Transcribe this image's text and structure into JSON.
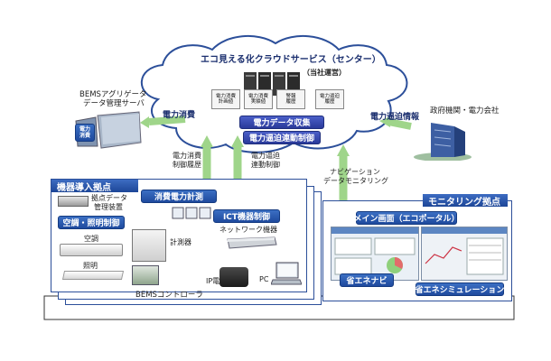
{
  "cloud": {
    "title": "エコ見える化クラウドサービス（センター）",
    "operator": "（当社運営）",
    "db_labels": [
      "電力消費\n計画値",
      "電力消費\n実績値",
      "警報\n履歴",
      "電力逼迫\n履歴"
    ],
    "collect_label": "電力データ収集",
    "control_label": "電力逼迫連動制御"
  },
  "aggregator": {
    "title_line1": "BEMSアグリゲータ",
    "title_line2": "データ管理サーバ",
    "icon_label": "電力\n消費",
    "flow_label": "電力消費"
  },
  "government": {
    "title": "政府機関・電力会社",
    "flow_label": "電力逼迫情報"
  },
  "flows": {
    "power_history_line1": "電力消費",
    "power_history_line2": "制御履歴",
    "tight_line1": "電力逼迫",
    "tight_line2": "連動制御",
    "nav_line1": "ナビゲーション",
    "nav_line2": "データモニタリング"
  },
  "site": {
    "header": "機器導入拠点",
    "hub_line1": "拠点データ",
    "hub_line2": "管理装置",
    "ac_light_control": "空調・照明制御",
    "aircon": "空調",
    "lighting": "照明",
    "consumption_measure": "消費電力計測",
    "meter": "計測器",
    "ict_control": "ICT機器制御",
    "network": "ネットワーク機器",
    "ip_phone": "IP電話",
    "pc": "PC",
    "bems": "BEMSコントローラ"
  },
  "monitoring": {
    "header": "モニタリング拠点",
    "main_screen": "メイン画面（エコポータル）",
    "eco_navi": "省エネナビ",
    "eco_sim": "省エネシミュレーション"
  },
  "colors": {
    "accent": "#1f4a9e",
    "cloud_border": "#2c4f9a",
    "green_arrow": "#9fd58a"
  }
}
